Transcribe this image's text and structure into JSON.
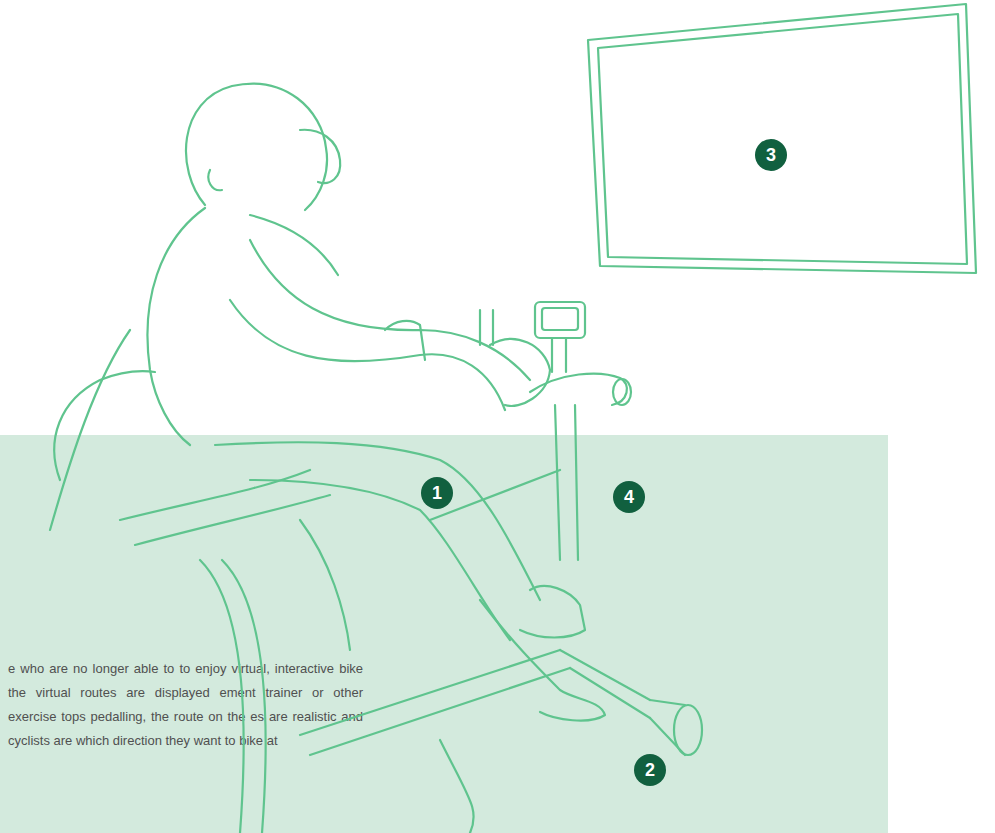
{
  "diagram": {
    "nodes": [
      {
        "text": [
          "e who are no longer able to to enjoy virtual, interactive bike the virtual routes are displayed ement trainer or other exercise tops pedalling, the route on the es are realistic and cyclists are which direction they want to bike at"
        ]
      }
    ],
    "labels": [
      "3",
      "1",
      "4",
      "2"
    ]
  }
}
